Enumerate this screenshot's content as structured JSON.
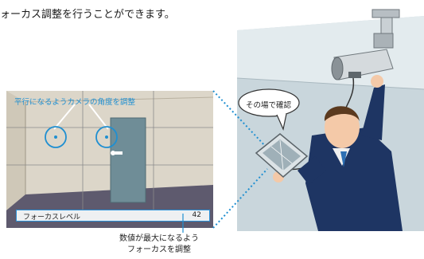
{
  "intro": {
    "text": "ォーカス調整を行うことができます。"
  },
  "monitor_panel": {
    "heading": "平行になるようカメラの角度を調整",
    "focus_bar": {
      "label": "フォーカスレベル",
      "value": "42"
    }
  },
  "caption": {
    "line1": "数値が最大になるよう",
    "line2": "フォーカスを調整"
  },
  "scene": {
    "bubble_text": "その場で確認"
  },
  "colors": {
    "accent_blue": "#1f8fd1",
    "wall": "#dcd6c9",
    "floor": "#5e5a6e",
    "door": "#6f8d97",
    "sky": "#c9d6dc",
    "suit": "#1e3563"
  },
  "icons": [
    "target-circle-icon",
    "door-handle-icon",
    "security-camera-icon",
    "handheld-monitor-icon",
    "speech-bubble-icon"
  ]
}
